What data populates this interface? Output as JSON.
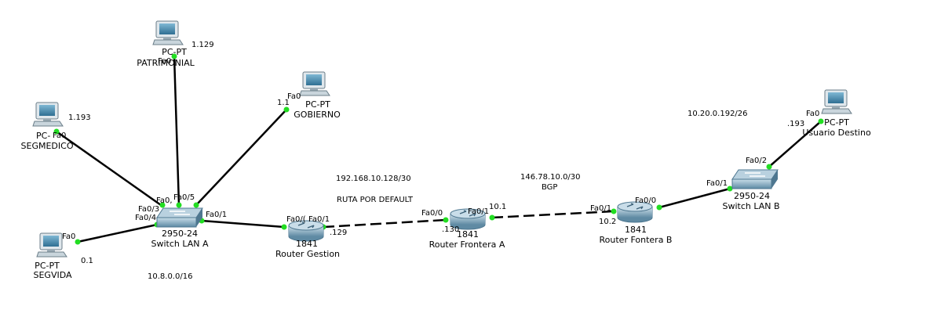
{
  "colors": {
    "cable": "#000000",
    "link_up": "#22dd22",
    "pc_body": "#b8cdd8",
    "pc_screen": "#4a90b0",
    "router": "#8fb3c7",
    "switch": "#86aec4"
  },
  "devices": {
    "pc_patrimonial": {
      "model": "PC-PT",
      "name": "PATRIMONIAL",
      "port": "Fa0",
      "ip": "1.129",
      "icon": "pc-icon"
    },
    "pc_gobierno": {
      "model": "PC-PT",
      "name": "GOBIERNO",
      "port": "Fa0",
      "ip": "1.1",
      "icon": "pc-icon"
    },
    "pc_segmedico": {
      "model": "PC-",
      "name": "SEGMEDICO",
      "port": "Fa0",
      "ip": "1.193",
      "icon": "pc-icon"
    },
    "pc_segvida": {
      "model": "PC-PT",
      "name": "SEGVIDA",
      "port": "Fa0",
      "ip": "0.1",
      "icon": "pc-icon"
    },
    "pc_usuario_destino": {
      "model": "PC-PT",
      "name": "Usuario Destino",
      "port": "Fa0",
      "ip": ".193",
      "icon": "pc-icon"
    },
    "switch_lan_a": {
      "model": "2950-24",
      "name": "Switch LAN A",
      "ports": [
        "Fa0,",
        "Fa0/5",
        "Fa0/3",
        "Fa0/4",
        "Fa0/1"
      ],
      "icon": "switch-icon"
    },
    "switch_lan_b": {
      "model": "2950-24",
      "name": "Switch LAN B",
      "ports": [
        "Fa0/2",
        "Fa0/1"
      ],
      "icon": "switch-icon"
    },
    "router_gestion": {
      "model": "1841",
      "name": "Router Gestion",
      "ports": [
        "Fa0/(",
        "Fa0/1"
      ],
      "ip": ".129",
      "icon": "router-icon"
    },
    "router_frontera_a": {
      "model": "1841",
      "name": "Router Frontera A",
      "ports": [
        "Fa0/0",
        "Fa0/1"
      ],
      "ips": [
        ".130",
        "10.1"
      ],
      "icon": "router-icon"
    },
    "router_frontera_b": {
      "model": "1841",
      "name": "Router Fontera B",
      "ports": [
        "Fa0/1",
        "Fa0/0"
      ],
      "ip": "10.2",
      "icon": "router-icon"
    }
  },
  "notes": {
    "net_lan_a": "10.8.0.0/16",
    "net_gestion": "192.168.10.128/30",
    "default_route": "RUTA POR DEFAULT",
    "net_wan": "146.78.10.0/30",
    "bgp": "BGP",
    "net_lan_b": "10.20.0.192/26"
  }
}
